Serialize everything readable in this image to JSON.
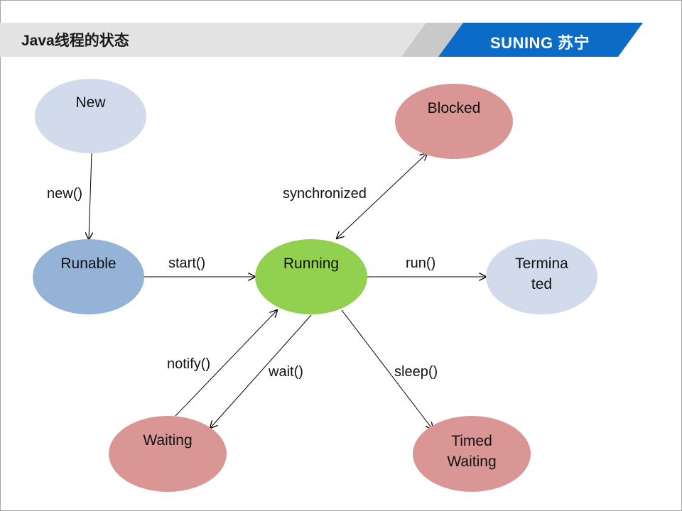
{
  "header": {
    "title": "Java线程的状态",
    "brand": "SUNING 苏宁"
  },
  "colors": {
    "header_gray": "#e3e3e3",
    "brand_blue": "#0b6bc6",
    "node_light": "#d1dbeb",
    "node_blue": "#95b3d7",
    "node_green": "#92d050",
    "node_red": "#d99694"
  },
  "nodes": {
    "new": "New",
    "runable": "Runable",
    "running": "Running",
    "blocked": "Blocked",
    "terminated": [
      "Termina",
      "ted"
    ],
    "waiting": "Waiting",
    "timed_waiting": [
      "Timed",
      "Waiting"
    ]
  },
  "transitions": {
    "new": "new()",
    "start": "start()",
    "run": "run()",
    "synchronized": "synchronized",
    "notify": "notify()",
    "wait": "wait()",
    "sleep": "sleep()"
  }
}
